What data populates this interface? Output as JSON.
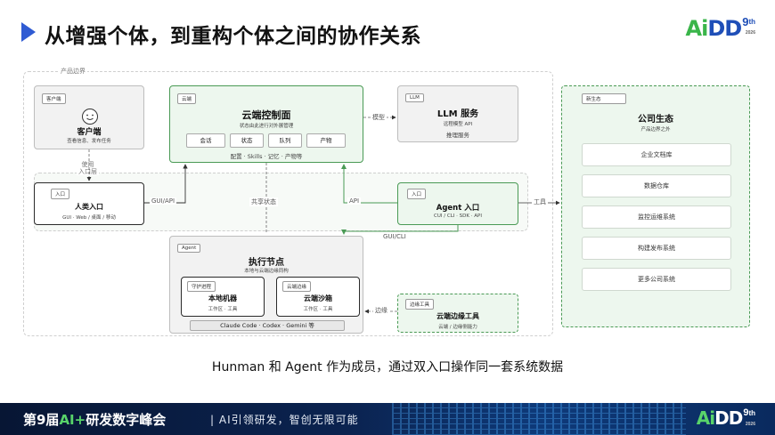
{
  "header": {
    "title": "从增强个体，到重构个体之间的协作关系",
    "logo": {
      "text_a": "A",
      "text_i": "i",
      "text_dd": "DD",
      "sup": "9",
      "sup_th": "th",
      "year": "2026"
    }
  },
  "regions": {
    "product_boundary": "产品边界",
    "entry_layer": "使用\n入口层"
  },
  "client": {
    "tag": "客户端",
    "name": "客户端",
    "sub": "查看信息、发布任务"
  },
  "cloud_control": {
    "tag": "云端",
    "name": "云端控制面",
    "sub": "状态由此进行对外展管理",
    "chips": [
      "会话",
      "状态",
      "队列",
      "产物"
    ],
    "footer": "配置 · Skills · 记忆 · 产物等"
  },
  "llm": {
    "tag": "LLM",
    "name": "LLM 服务",
    "sub1": "远程模型 API",
    "sub2": "推理服务"
  },
  "human_entry": {
    "tag": "入口",
    "name": "人类入口",
    "sub": "GUI · Web / 桌面 / 移动"
  },
  "agent_entry": {
    "tag": "入口",
    "name": "Agent 入口",
    "sub": "CUI / CLI · SDK · API"
  },
  "exec_node": {
    "tag": "Agent",
    "name": "执行节点",
    "sub": "本地与云端边缘同构",
    "local": {
      "tag": "守护进程",
      "name": "本地机器",
      "sub": "工作区 · 工具"
    },
    "sandbox": {
      "tag": "云端边缘",
      "name": "云端沙箱",
      "sub": "工作区 · 工具"
    },
    "footer": "Claude Code · Codex · Gemini 等"
  },
  "edge_tools": {
    "tag": "边缘工具",
    "name": "云端边缘工具",
    "sub": "云端 / 边缘侧能力"
  },
  "ecosystem": {
    "tag": "新生态",
    "name": "公司生态",
    "sub": "产品边界之外",
    "items": [
      "企业文档库",
      "数据仓库",
      "监控运维系统",
      "构建发布系统",
      "更多公司系统"
    ]
  },
  "edges": {
    "model": "模型",
    "gui_api": "GUI/API",
    "shared_state": "共享状态",
    "api": "API",
    "tools": "工具",
    "gui_cli": "GUI/CLI",
    "edge": "边缘"
  },
  "caption": "Hunman 和 Agent 作为成员，通过双入口操作同一套系统数据",
  "footer": {
    "title_a": "第9届",
    "title_hl": "AI+",
    "title_b": "研发数字峰会",
    "slogan": "| AI引领研发，智创无限可能"
  }
}
